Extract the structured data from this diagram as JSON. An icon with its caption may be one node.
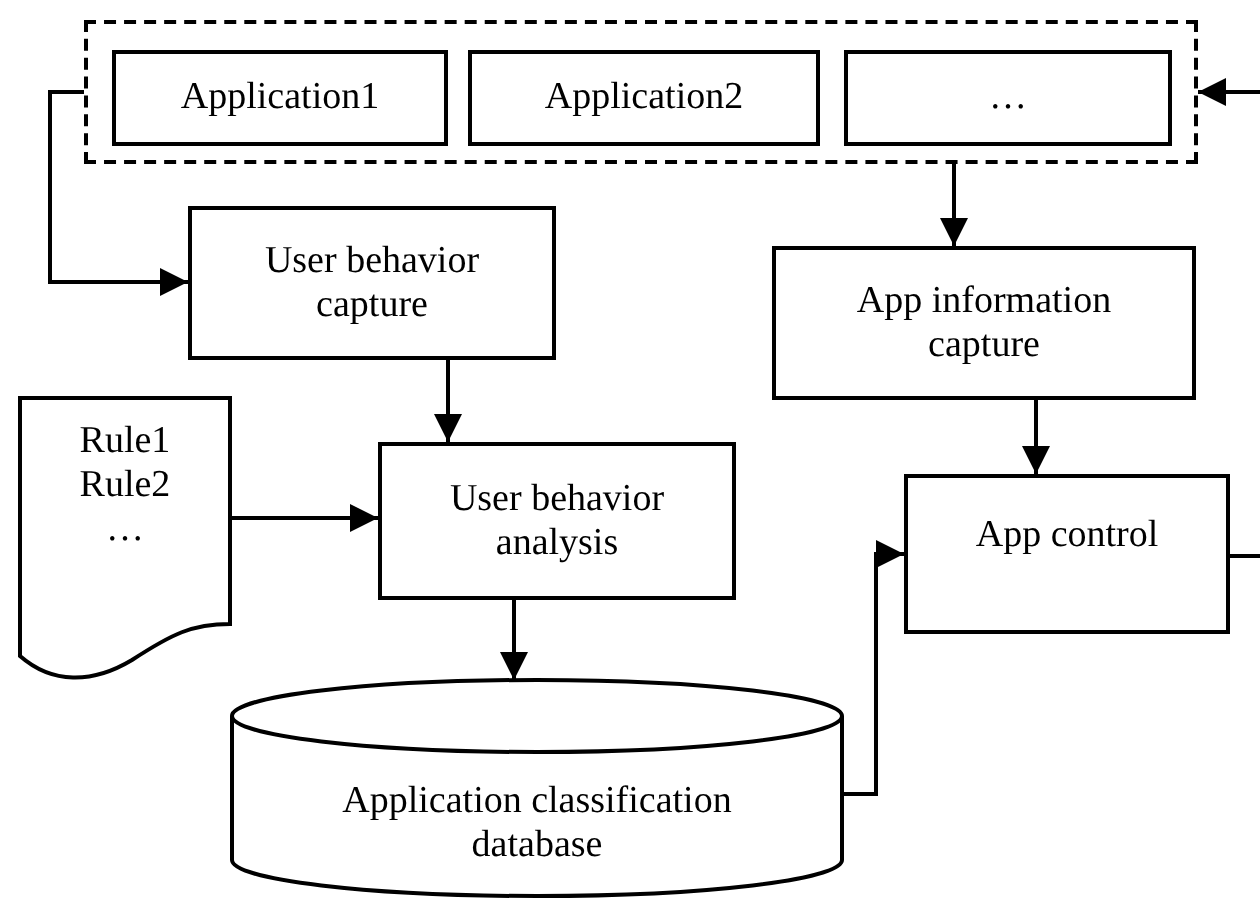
{
  "diagram": {
    "nodes": [
      {
        "text": [],
        "shape": "box"
      },
      {
        "text": [
          "Application1"
        ],
        "in": 0
      },
      {
        "text": [
          "Application2"
        ],
        "in": 0
      },
      {
        "text": [
          "…"
        ],
        "in": 0
      },
      {
        "text": [
          "User behavior capture"
        ]
      },
      {
        "text": [
          "App information capture"
        ]
      },
      {
        "text": [
          "Rule1",
          "Rule2",
          "…"
        ]
      },
      {
        "text": [
          "User behavior analysis"
        ]
      },
      {
        "text": [
          "App control"
        ]
      },
      {
        "text": [
          "Application classification database"
        ]
      }
    ],
    "edges": [
      {
        "from": 0,
        "to": 4,
        "arrow": "to"
      },
      {
        "from": 0,
        "to": 5,
        "arrow": "to"
      },
      {
        "from": 4,
        "to": 7,
        "arrow": "to"
      },
      {
        "from": 6,
        "to": 7,
        "arrow": "to"
      },
      {
        "from": 5,
        "to": 8,
        "arrow": "to"
      },
      {
        "from": 7,
        "to": 9,
        "arrow": "to"
      },
      {
        "from": 9,
        "to": 8,
        "arrow": "to"
      },
      {
        "from": 8,
        "to": null,
        "arrow": "none"
      },
      {
        "from": null,
        "to": 0,
        "arrow": "to"
      }
    ]
  }
}
